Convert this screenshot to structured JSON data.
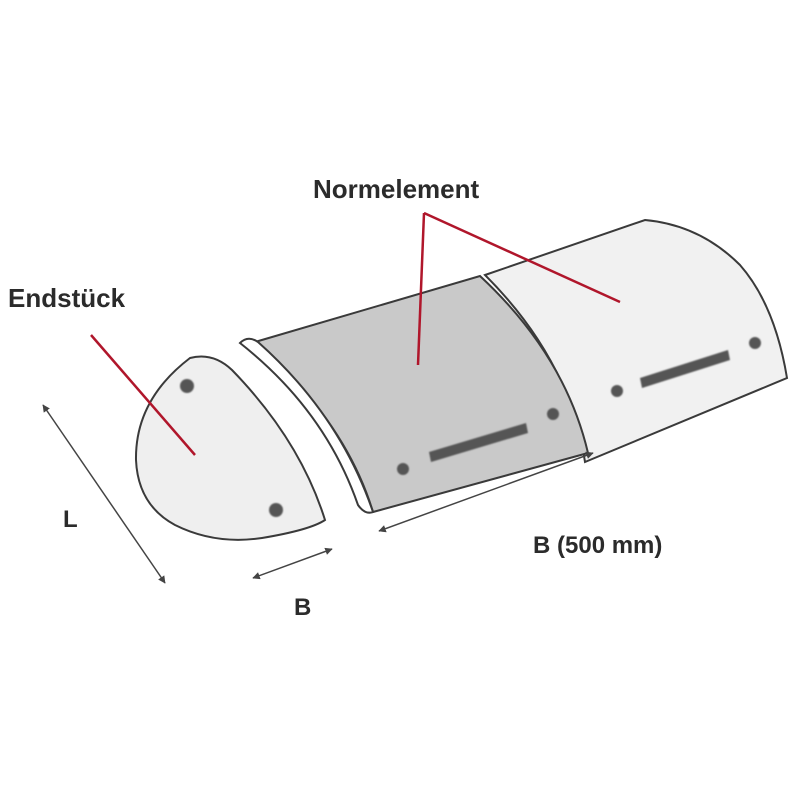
{
  "diagram": {
    "type": "speed bump segment assembly (technical illustration)",
    "labels": {
      "normelement": "Normelement",
      "endstueck": "Endstück",
      "length": "L",
      "width_end": "B",
      "width_normal": "B (500 mm)"
    },
    "parts": [
      {
        "name": "Endstück",
        "role": "end piece",
        "fill": "#efefef",
        "holes": 2
      },
      {
        "name": "Normelement",
        "role": "standard element (gray)",
        "fill": "#c9c9c9",
        "holes": 2,
        "reflector_slots": 1
      },
      {
        "name": "Normelement",
        "role": "standard element (light)",
        "fill": "#f1f1f1",
        "holes": 2,
        "reflector_slots": 1
      }
    ],
    "colors": {
      "leader_line": "#b0162b",
      "outline": "#3a3a3a",
      "hole": "#555555",
      "slot": "#555555",
      "dimension_arrow": "#444444",
      "text": "#2b2b2b"
    }
  }
}
